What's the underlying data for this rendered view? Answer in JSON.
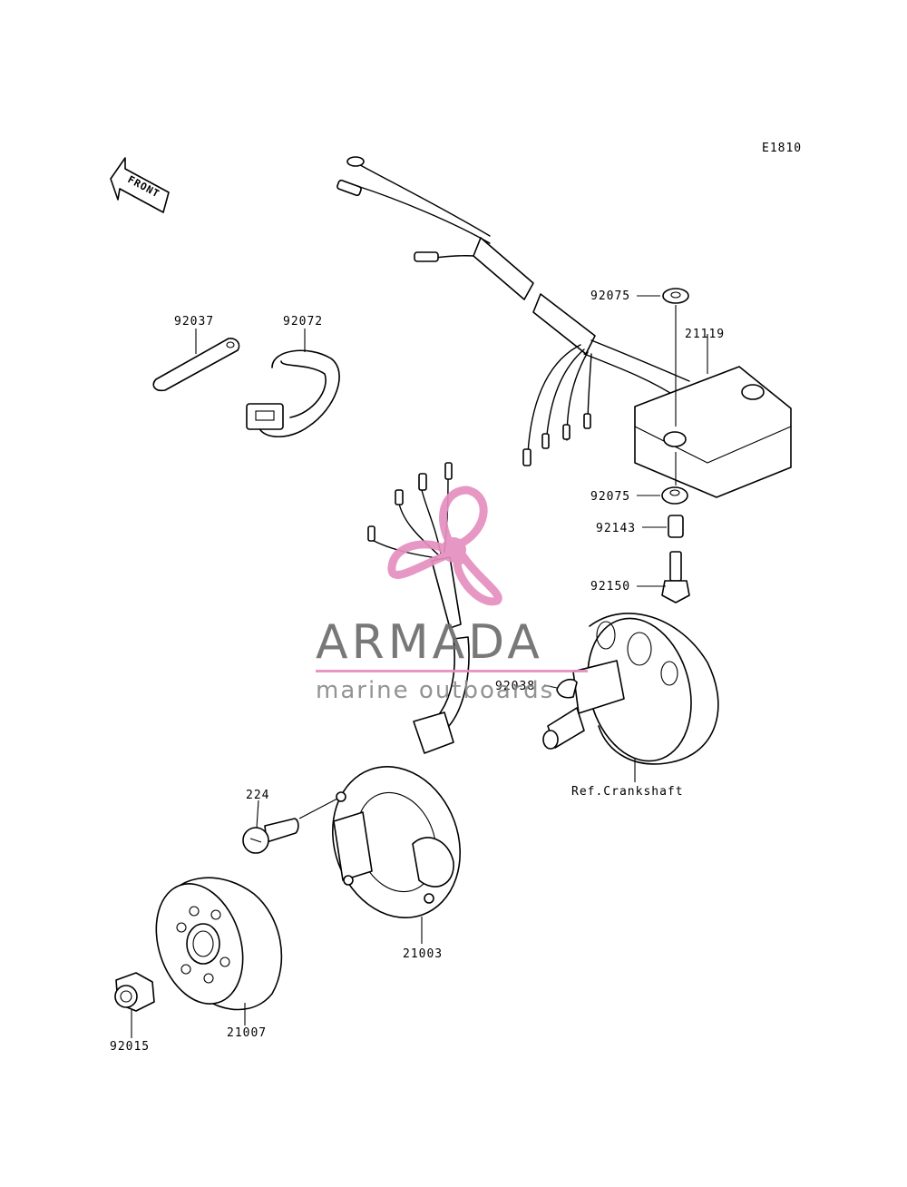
{
  "diagram": {
    "code": "E1810",
    "front_label": "FRONT",
    "parts": [
      {
        "id": "p92075a",
        "number": "92075"
      },
      {
        "id": "p21119",
        "number": "21119"
      },
      {
        "id": "p92037",
        "number": "92037"
      },
      {
        "id": "p92072",
        "number": "92072"
      },
      {
        "id": "p92075b",
        "number": "92075"
      },
      {
        "id": "p92143",
        "number": "92143"
      },
      {
        "id": "p92150",
        "number": "92150"
      },
      {
        "id": "p92038",
        "number": "92038"
      },
      {
        "id": "pref",
        "number": "Ref.Crankshaft"
      },
      {
        "id": "p224",
        "number": "224"
      },
      {
        "id": "p21003",
        "number": "21003"
      },
      {
        "id": "p21007",
        "number": "21007"
      },
      {
        "id": "p92015",
        "number": "92015"
      }
    ]
  },
  "watermark": {
    "brand": "ARMADA",
    "tagline": "marine outboards",
    "colors": {
      "logo": "#e58fc0",
      "text": "#6d6d6d"
    }
  }
}
